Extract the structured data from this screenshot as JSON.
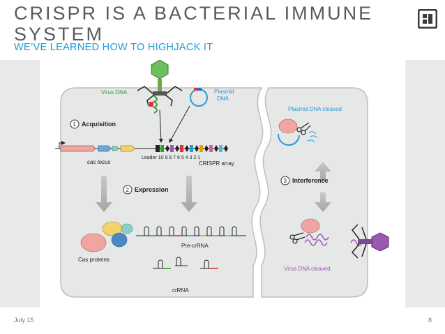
{
  "slide": {
    "title": "CRISPR IS A BACTERIAL IMMUNE SYSTEM",
    "subtitle": "WE’VE LEARNED HOW TO HIGHJACK IT",
    "date": "July 15",
    "page_number": "8"
  },
  "figure": {
    "virus_dna": "Virus DNA",
    "plasmid_line1": "Plasmid",
    "plasmid_line2": "DNA",
    "step1_num": "1",
    "step1_label": "Acquisition",
    "leader_text": "Leader 10 9 8 7 6 5 4 3 2 1",
    "cas_locus": "cas locus",
    "crispr_array": "CRISPR array",
    "step2_num": "2",
    "step2_label": "Expression",
    "pre_crrna": "Pre-crRNA",
    "cas_proteins": "Cas proteins",
    "crrna": "crRNA",
    "step3_num": "3",
    "step3_label": "Interference",
    "plasmid_cleaved": "Plasmid DNA cleaved",
    "virus_cleaved": "Virus DNA cleaved"
  },
  "colors": {
    "title": "#555b61",
    "subtitle": "#1d9ad6",
    "virus_green": "#3a9a3a",
    "plasmid_blue": "#2a9ad6",
    "virus_purple": "#9a5ab0",
    "cell_fill": "#e6e7e7"
  }
}
